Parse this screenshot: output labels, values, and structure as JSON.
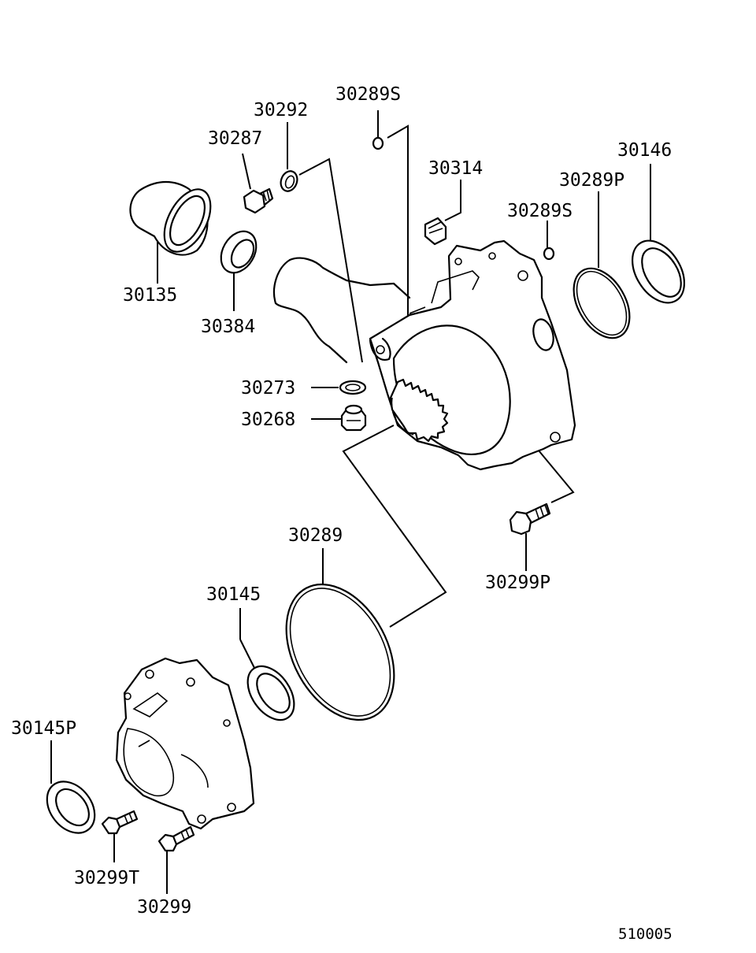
{
  "diagram": {
    "code": "510005",
    "labels": {
      "p30289S_top": "30289S",
      "p30292": "30292",
      "p30287": "30287",
      "p30314": "30314",
      "p30146": "30146",
      "p30289P": "30289P",
      "p30289S_right": "30289S",
      "p30135": "30135",
      "p30384": "30384",
      "p30273": "30273",
      "p30268": "30268",
      "p30289": "30289",
      "p30299P": "30299P",
      "p30145": "30145",
      "p30145P": "30145P",
      "p30299T": "30299T",
      "p30299": "30299"
    }
  }
}
